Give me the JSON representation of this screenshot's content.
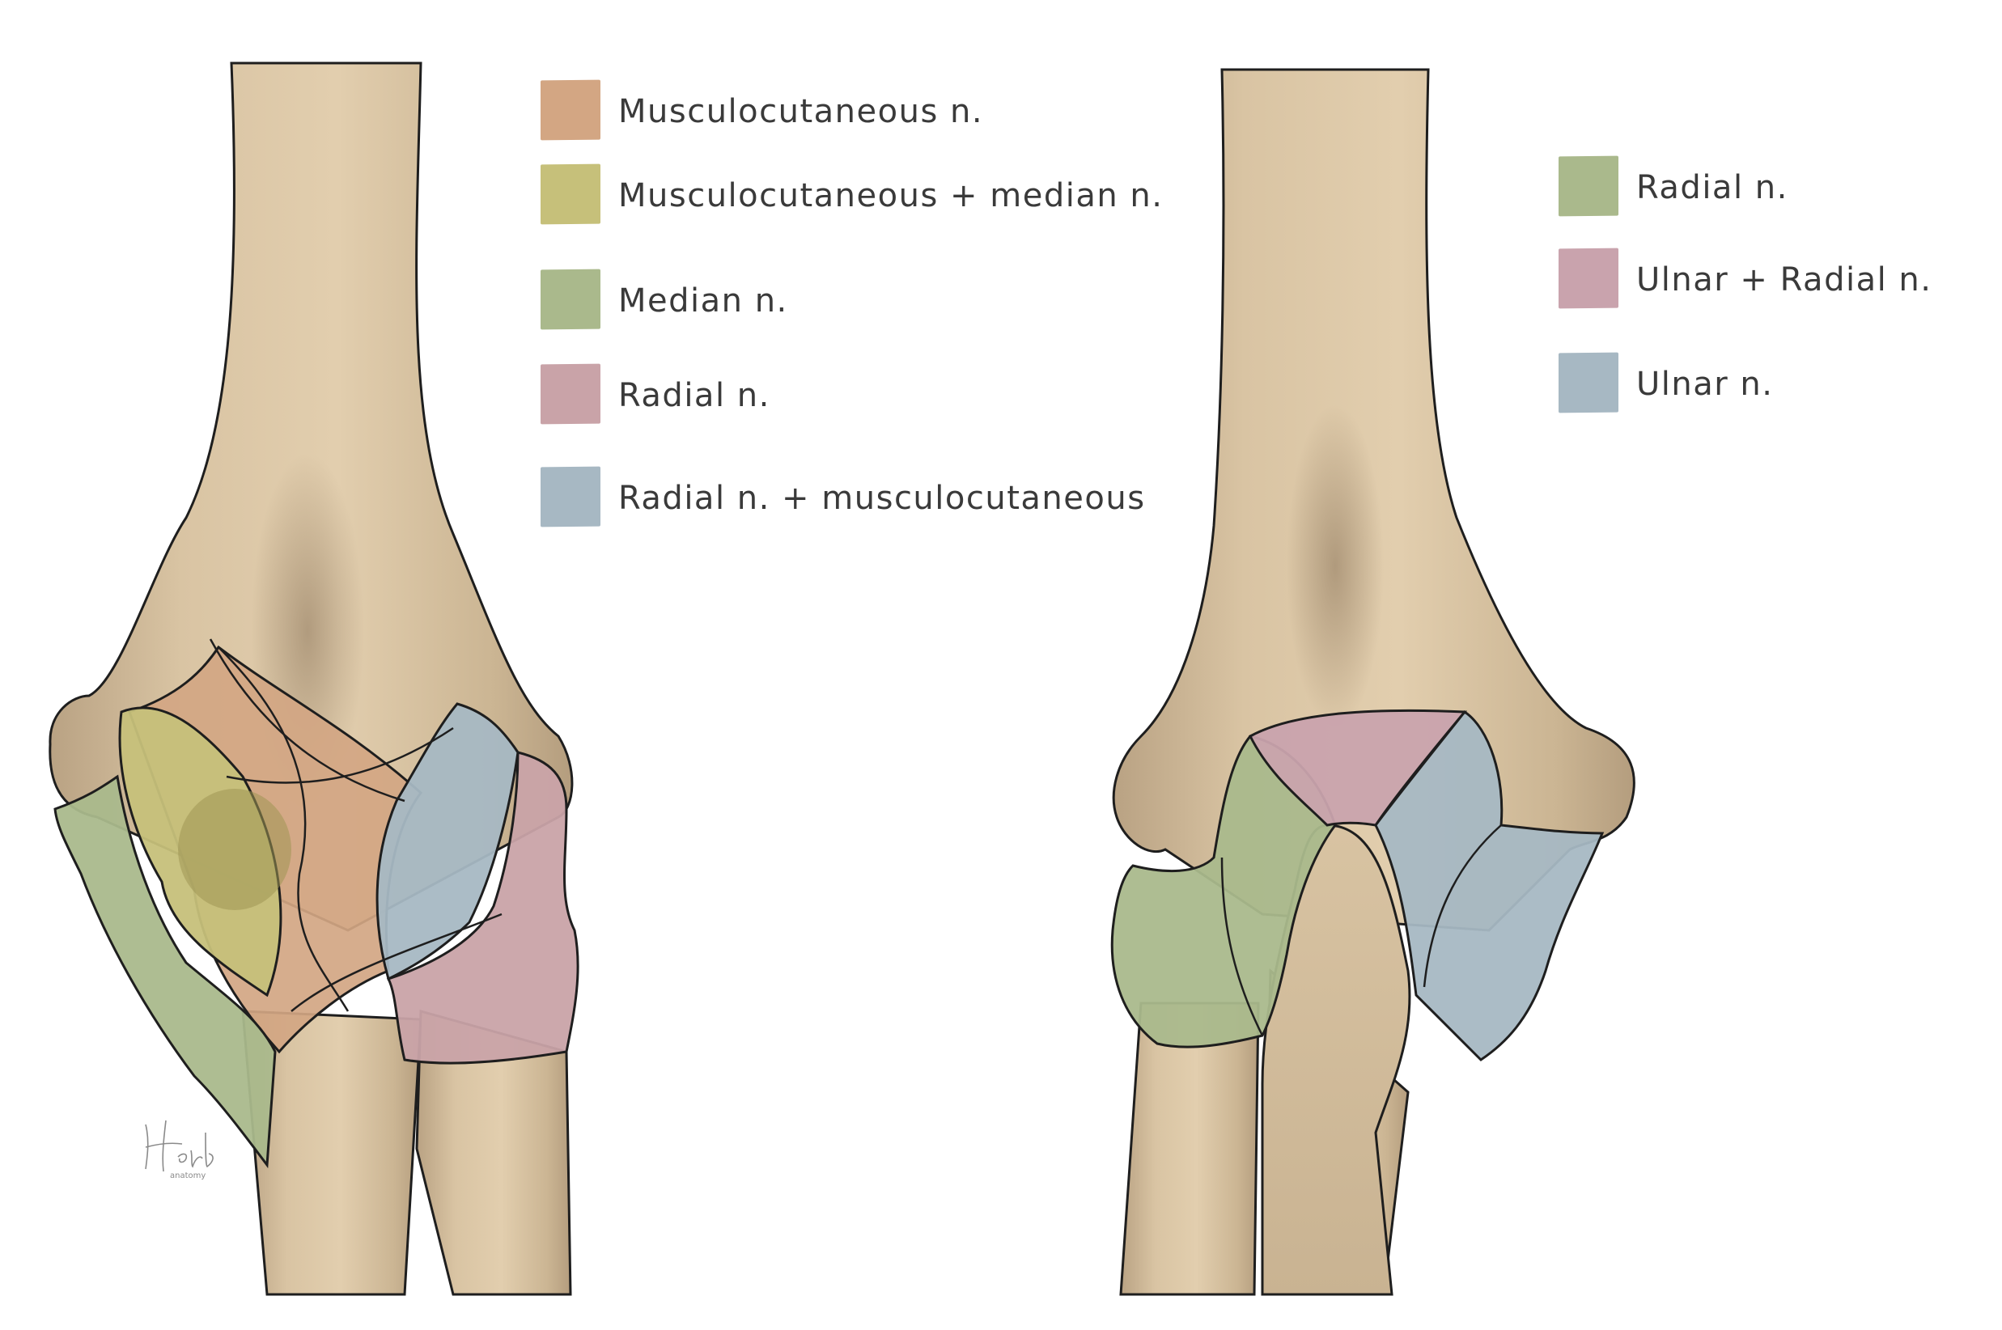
{
  "colors": {
    "bone": "#d8c3a2",
    "bone_shadow": "#bca585",
    "outline": "#1e1e1e",
    "musculocutaneous": "#d3a683",
    "musculocutaneous_median": "#c6c07a",
    "median": "#aab98c",
    "radial_left": "#c9a3a8",
    "radial_musculocutaneous": "#a7b8c3",
    "radial_right": "#aab98c",
    "ulnar_radial": "#c9a3ad",
    "ulnar": "#a7b8c3"
  },
  "left_legend": [
    {
      "label": "Musculocutaneous n.",
      "color": "#d3a683"
    },
    {
      "label": "Musculocutaneous + median n.",
      "color": "#c6c07a"
    },
    {
      "label": "Median n.",
      "color": "#aab98c"
    },
    {
      "label": "Radial n.",
      "color": "#c9a3a8"
    },
    {
      "label": "Radial n. + musculocutaneous",
      "color": "#a7b8c3"
    }
  ],
  "right_legend": [
    {
      "label": "Radial n.",
      "color": "#aab98c"
    },
    {
      "label": "Ulnar + Radial n.",
      "color": "#c9a3ad"
    },
    {
      "label": "Ulnar n.",
      "color": "#a7b8c3"
    }
  ],
  "signature": {
    "name": "Herb",
    "sub": "anatomy"
  }
}
